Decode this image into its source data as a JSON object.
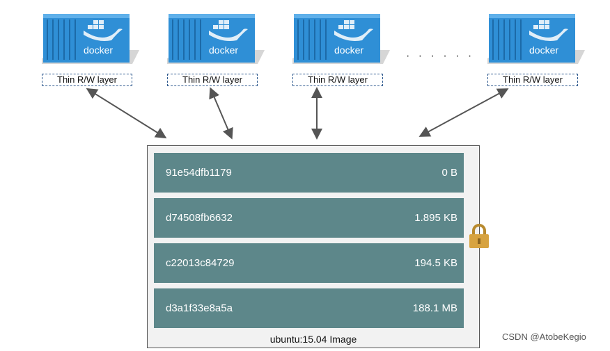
{
  "containers": [
    {
      "logo_text": "docker",
      "layer_label": "Thin R/W layer"
    },
    {
      "logo_text": "docker",
      "layer_label": "Thin R/W layer"
    },
    {
      "logo_text": "docker",
      "layer_label": "Thin R/W layer"
    },
    {
      "logo_text": "docker",
      "layer_label": "Thin R/W layer"
    }
  ],
  "ellipsis": "· · · · · ·",
  "image": {
    "caption": "ubuntu:15.04 Image",
    "layers": [
      {
        "id": "91e54dfb1179",
        "size": "0 B"
      },
      {
        "id": "d74508fb6632",
        "size": "1.895 KB"
      },
      {
        "id": "c22013c84729",
        "size": "194.5 KB"
      },
      {
        "id": "d3a1f33e8a5a",
        "size": "188.1 MB"
      }
    ]
  },
  "watermark": "CSDN @AtobeKegio",
  "colors": {
    "container_blue": "#2f8fd6",
    "layer_teal": "#5d878a",
    "lock_gold": "#d7a340"
  },
  "icons": [
    "docker-container-icon",
    "lock-icon"
  ]
}
